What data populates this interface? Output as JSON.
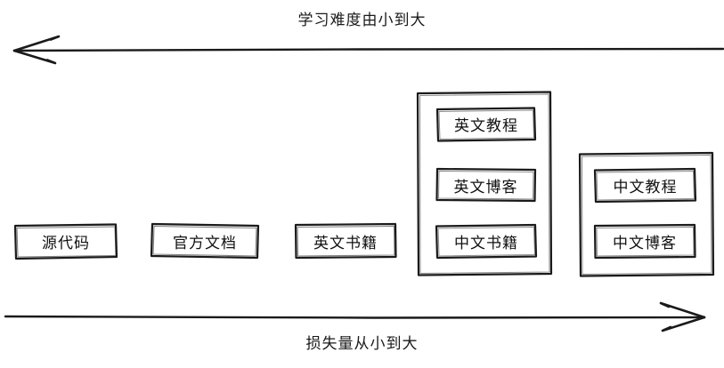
{
  "diagram": {
    "style": "hand-drawn",
    "background_color": "#ffffff",
    "stroke_color": "#1a1a1a",
    "text_color": "#111111",
    "top_axis": {
      "label": "学习难度由小到大",
      "arrow_direction": "left"
    },
    "bottom_axis": {
      "label": "损失量从小到大",
      "arrow_direction": "right"
    },
    "columns": [
      {
        "id": "col-1",
        "grouped": false,
        "items": [
          {
            "label": "源代码"
          }
        ]
      },
      {
        "id": "col-2",
        "grouped": false,
        "items": [
          {
            "label": "官方文档"
          }
        ]
      },
      {
        "id": "col-3",
        "grouped": false,
        "items": [
          {
            "label": "英文书籍"
          }
        ]
      },
      {
        "id": "col-4",
        "grouped": true,
        "items": [
          {
            "label": "英文教程"
          },
          {
            "label": "英文博客"
          },
          {
            "label": "中文书籍"
          }
        ]
      },
      {
        "id": "col-5",
        "grouped": true,
        "items": [
          {
            "label": "中文教程"
          },
          {
            "label": "中文博客"
          }
        ]
      }
    ]
  }
}
